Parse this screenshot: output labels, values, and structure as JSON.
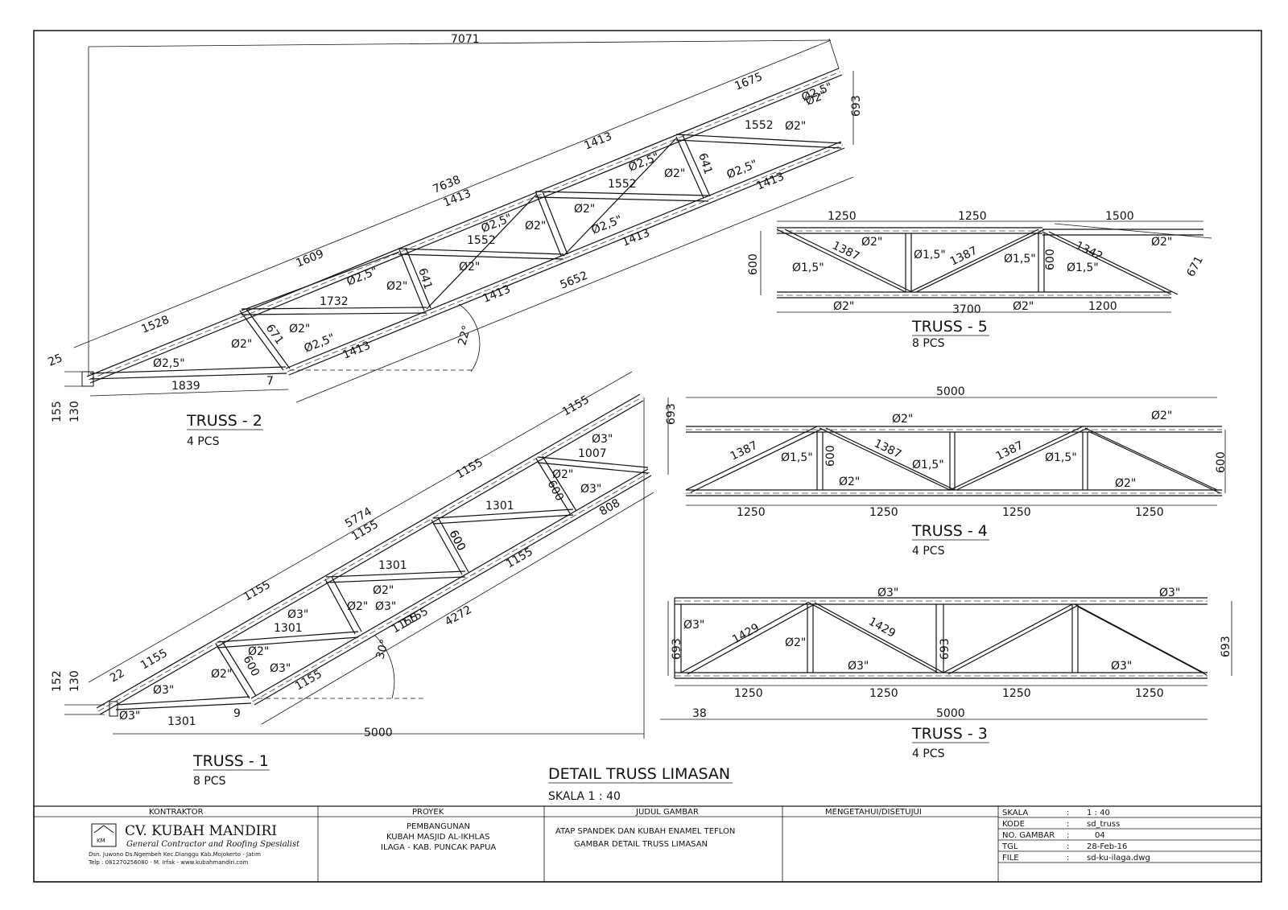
{
  "drawing": {
    "title": "DETAIL TRUSS LIMASAN",
    "scale": "SKALA 1 : 40"
  },
  "truss_1": {
    "name": "TRUSS - 1",
    "qty": "8 PCS",
    "labels": [
      "5774",
      "1155",
      "1155",
      "1155",
      "1155",
      "1155",
      "22",
      "1155",
      "1155",
      "1155",
      "1155",
      "808",
      "4272",
      "1301",
      "1301",
      "1301",
      "1007",
      "600",
      "600",
      "600",
      "600",
      "693",
      "152",
      "130",
      "1301",
      "9",
      "5000",
      "30°",
      "Ø3\"",
      "Ø3\"",
      "Ø3\"",
      "Ø3\"",
      "Ø3\"",
      "Ø3\"",
      "Ø2\"",
      "Ø2\"",
      "Ø2\"",
      "Ø2\"",
      "Ø2\"",
      "Ø3\""
    ]
  },
  "truss_2": {
    "name": "TRUSS - 2",
    "qty": "4 PCS",
    "labels": [
      "7071",
      "7638",
      "1675",
      "1413",
      "1413",
      "1609",
      "1528",
      "693",
      "25",
      "155",
      "130",
      "1839",
      "7",
      "1413",
      "1413",
      "1413",
      "1413",
      "5652",
      "1552",
      "1552",
      "1552",
      "1732",
      "641",
      "641",
      "671",
      "22°",
      "Ø2,5\"",
      "Ø2,5\"",
      "Ø2,5\"",
      "Ø2,5\"",
      "Ø2,5\"",
      "Ø2,5\"",
      "Ø2,5\"",
      "Ø2,5\"",
      "Ø2\"",
      "Ø2\"",
      "Ø2\"",
      "Ø2\"",
      "Ø2\"",
      "Ø2\"",
      "Ø2\"",
      "Ø2\"",
      "Ø2\""
    ]
  },
  "truss_5": {
    "name": "TRUSS - 5",
    "qty": "8 PCS",
    "labels": [
      "1250",
      "1250",
      "1500",
      "Ø2\"",
      "Ø2\"",
      "1387",
      "1387",
      "1342",
      "Ø1,5\"",
      "Ø1,5\"",
      "Ø1,5\"",
      "Ø1,5\"",
      "600",
      "600",
      "671",
      "Ø2\"",
      "Ø2\"",
      "3700",
      "1200"
    ]
  },
  "truss_4": {
    "name": "TRUSS - 4",
    "qty": "4 PCS",
    "labels": [
      "5000",
      "Ø2\"",
      "Ø2\"",
      "1387",
      "1387",
      "1387",
      "Ø1,5\"",
      "Ø1,5\"",
      "Ø1,5\"",
      "600",
      "600",
      "Ø2\"",
      "Ø2\"",
      "1250",
      "1250",
      "1250",
      "1250"
    ]
  },
  "truss_3": {
    "name": "TRUSS - 3",
    "qty": "4 PCS",
    "labels": [
      "Ø3\"",
      "Ø3\"",
      "Ø3\"",
      "1429",
      "1429",
      "Ø2\"",
      "693",
      "693",
      "693",
      "Ø3\"",
      "Ø3\"",
      "1250",
      "1250",
      "1250",
      "1250",
      "38",
      "5000"
    ]
  },
  "title_block": {
    "kontraktor_header": "KONTRAKTOR",
    "company": "CV. KUBAH MANDIRI",
    "company_tagline": "General Contractor and Roofing Spesialist",
    "address": "Dsn. Juwono Ds.Ngembeh Kec.Dlanggu Kab.Mojokerto - Jatim",
    "contact": "Telp : 081270256080  -  M. Irfak  -  www.kubahmandiri.com",
    "logo_text": "KM",
    "proyek_header": "PROYEK",
    "proyek_lines": [
      "PEMBANGUNAN",
      "KUBAH MASJID AL-IKHLAS",
      "ILAGA - KAB. PUNCAK PAPUA"
    ],
    "judul_header": "JUDUL GAMBAR",
    "judul_lines": [
      "ATAP SPANDEK DAN KUBAH ENAMEL TEFLON",
      "GAMBAR DETAIL TRUSS LIMASAN"
    ],
    "approval_header": "MENGETAHUI/DISETUJUI",
    "info": [
      {
        "key": "SKALA",
        "sep": ":",
        "value": "1 : 40"
      },
      {
        "key": "KODE",
        "sep": ":",
        "value": "sd_truss"
      },
      {
        "key": "NO. GAMBAR",
        "sep": ":",
        "value": "04"
      },
      {
        "key": "TGL",
        "sep": ":",
        "value": "28-Feb-16"
      },
      {
        "key": "FILE",
        "sep": ":",
        "value": "sd-ku-ilaga.dwg"
      }
    ]
  }
}
